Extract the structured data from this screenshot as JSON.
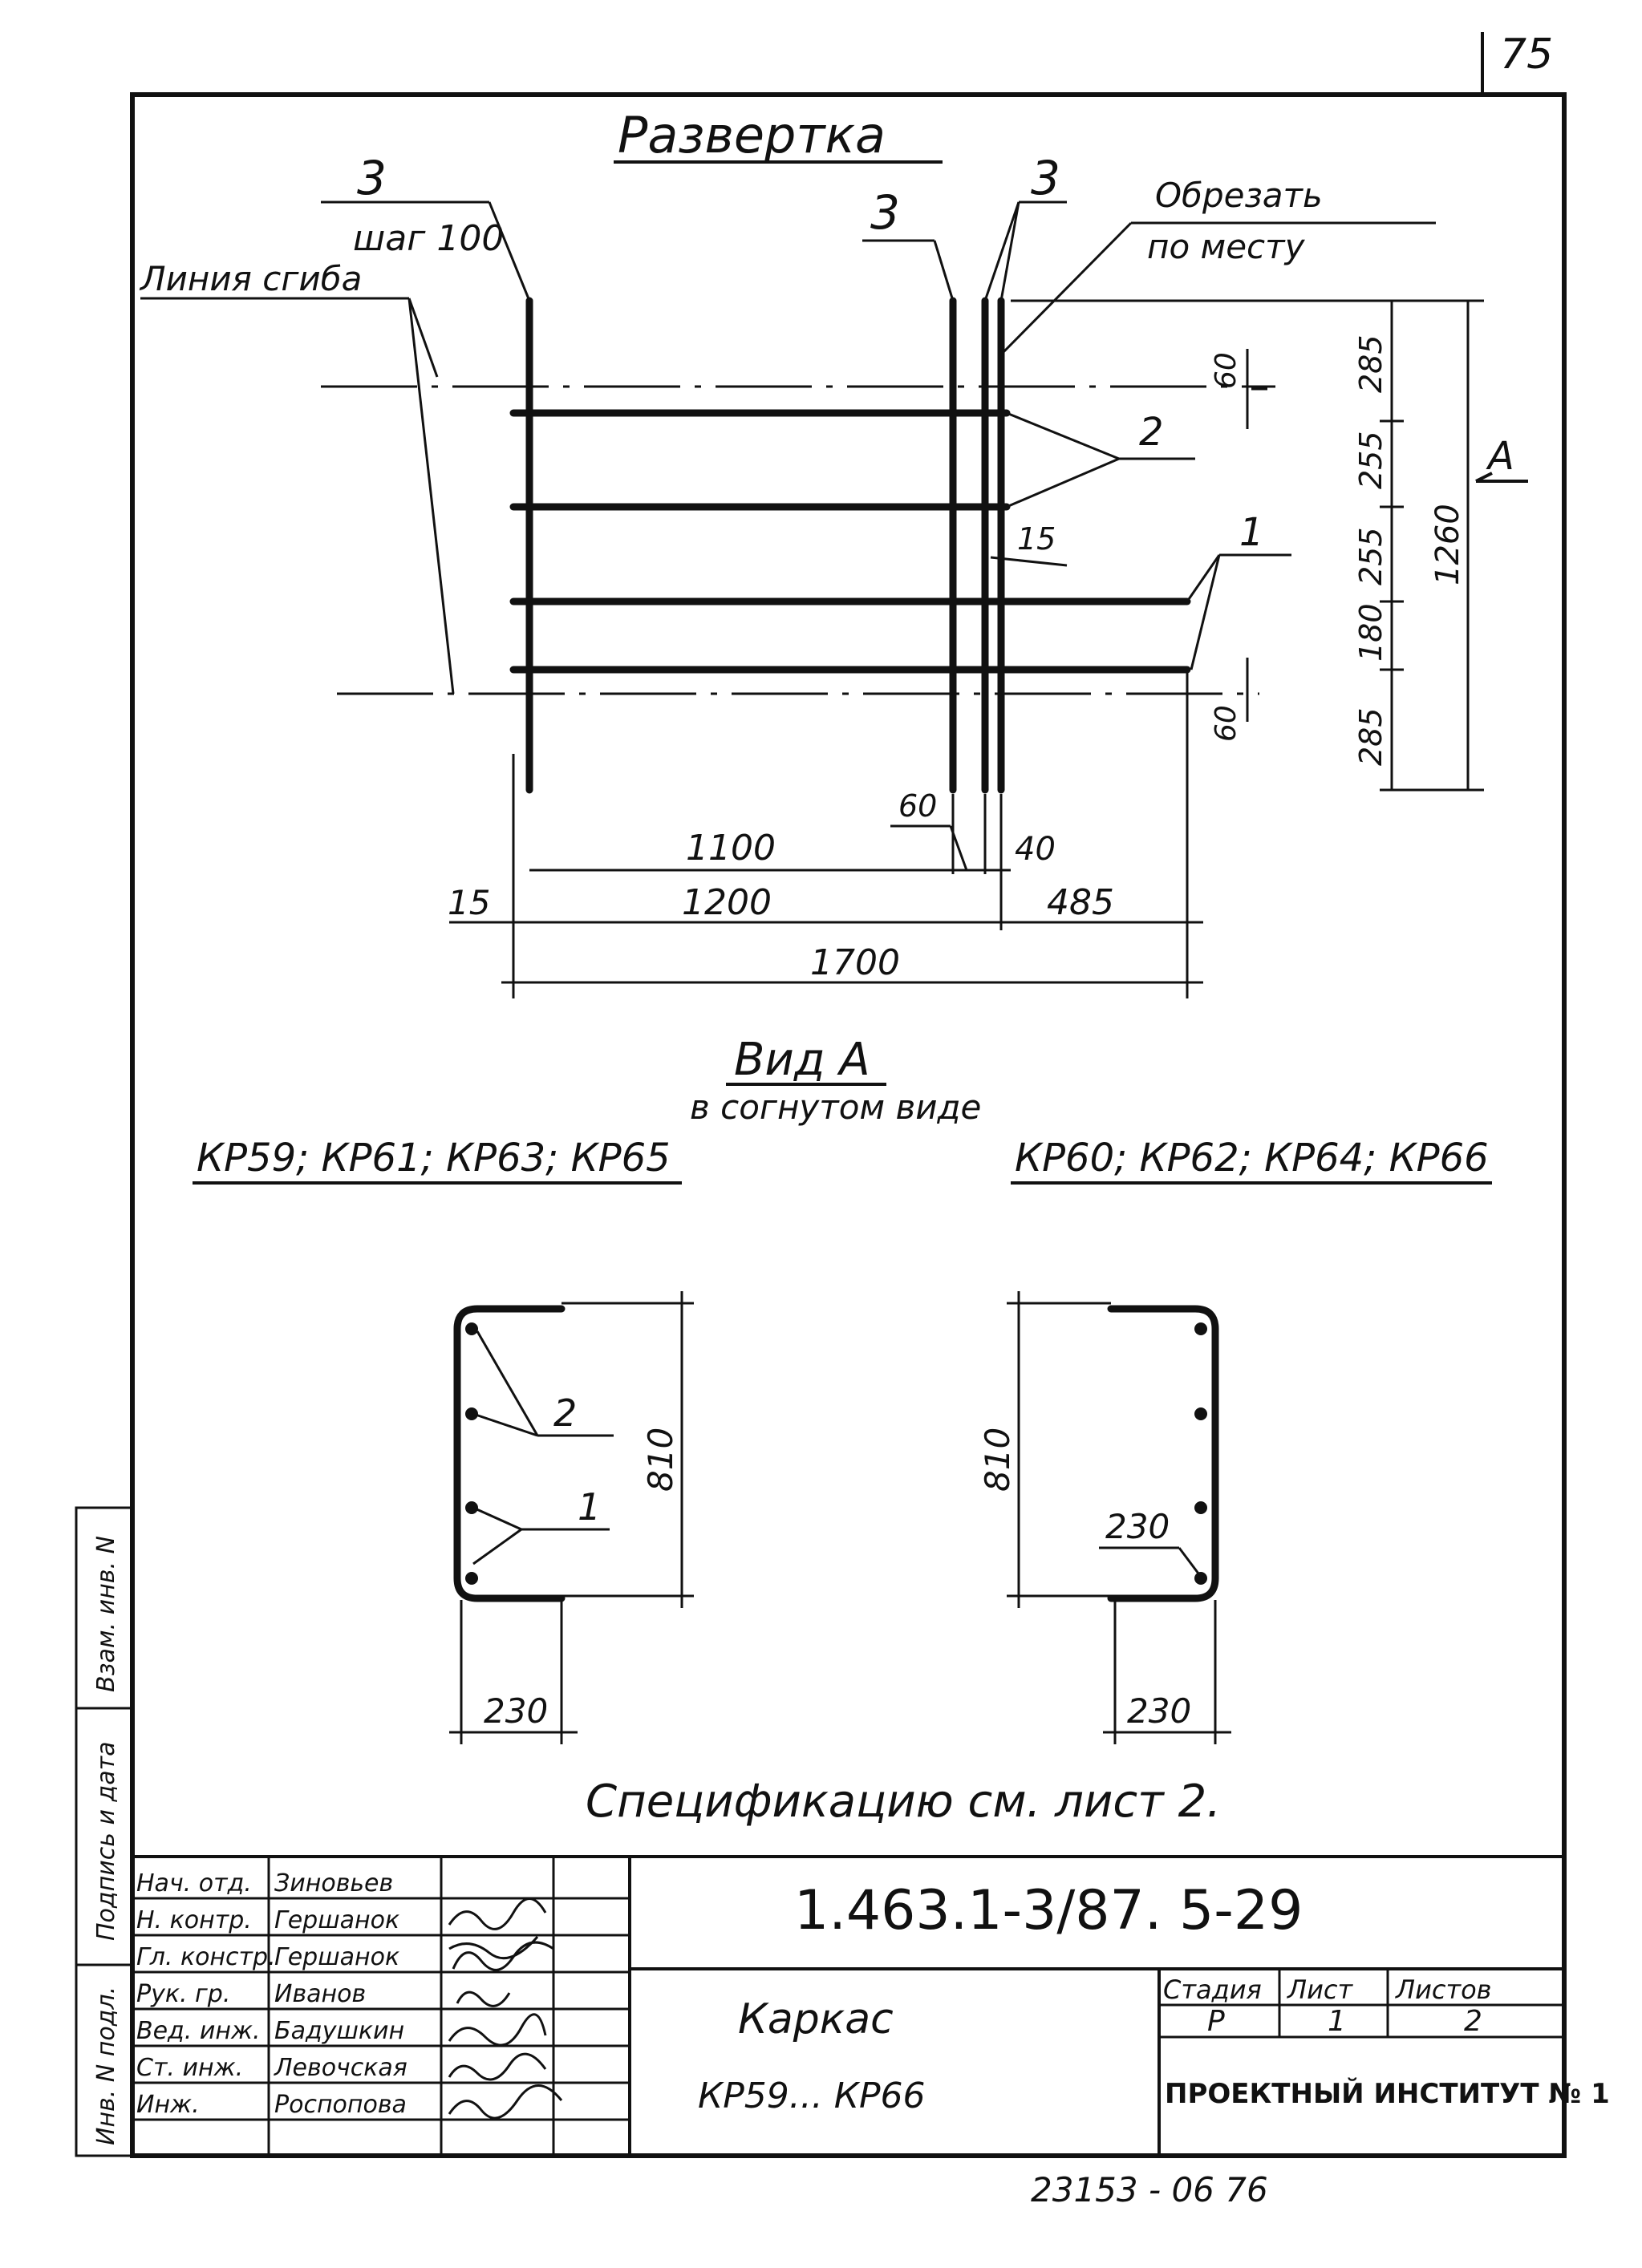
{
  "sheet_number": "75",
  "unfold": {
    "title": "Развертка",
    "pos3_left": "3",
    "pos3_left_step": "шаг 100",
    "bend_line": "Линия сгиба",
    "pos3_mid": "3",
    "pos3_right": "3",
    "trim_note_1": "Обрезать",
    "trim_note_2": "по месту",
    "pos2": "2",
    "pos1": "1",
    "view_arrow": "A",
    "dims_right": [
      "285",
      "255",
      "255",
      "180",
      "285"
    ],
    "dim_total_height": "1260",
    "dim_60_top": "60",
    "dim_60_bottom": "60",
    "dim_15_gap": "15",
    "dim_60_gap": "60",
    "dim_1100": "1100",
    "dim_40": "40",
    "dim_15": "15",
    "dim_1200": "1200",
    "dim_485": "485",
    "dim_1700": "1700"
  },
  "view_a": {
    "title": "Вид А",
    "subtitle": "в согнутом виде",
    "left_marks": "КР59; КР61; КР63; КР65",
    "right_marks": "КР60; КР62; КР64; КР66",
    "left_dim_height": "810",
    "left_dim_width": "230",
    "left_pos2": "2",
    "left_pos1": "1",
    "right_dim_height": "810",
    "right_dim_inner": "230",
    "right_dim_width": "230"
  },
  "spec_note": "Спецификацию см. лист 2.",
  "title_block": {
    "roles": [
      "Нач. отд.",
      "Н. контр.",
      "Гл. констр.",
      "Рук. гр.",
      "Вед. инж.",
      "Ст. инж.",
      "Инж."
    ],
    "names": [
      "Зиновьев",
      "Гершанок",
      "Гершанок",
      "Иванов",
      "Бадушкин",
      "Левочская",
      "Роспопова"
    ],
    "code": "1.463.1-3/87. 5-29",
    "object_name": "Каркас",
    "object_marks": "КР59... КР66",
    "stage_label": "Стадия",
    "sheet_label": "Лист",
    "sheets_label": "Листов",
    "stage_value": "Р",
    "sheet_value": "1",
    "sheets_value": "2",
    "organization": "ПРОЕКТНЫЙ ИНСТИТУТ № 1"
  },
  "side_stamps": [
    "Взам. инв. N",
    "Подпись и дата",
    "Инв. N подл."
  ],
  "bottom_number": "23153 - 06   76"
}
